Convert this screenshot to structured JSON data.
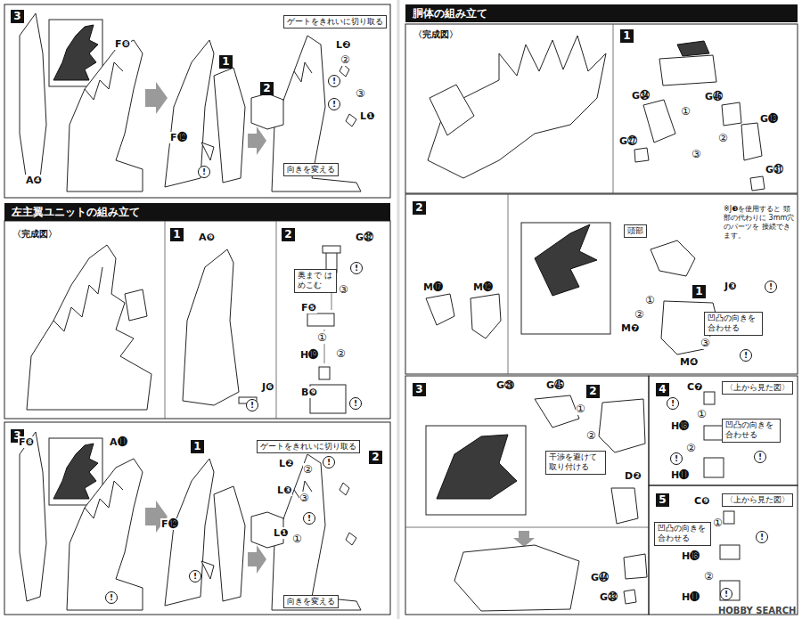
{
  "diagram": {
    "nodes": [
      {
        "text": [
          "3"
        ]
      },
      {
        "text": [
          "1"
        ]
      },
      {
        "text": [
          "2"
        ]
      },
      {
        "text": [
          "ゲートをきれいに切り取る"
        ]
      },
      {
        "text": [
          "向きを変える"
        ]
      },
      {
        "text": [
          "左主翼ユニットの組み立て"
        ]
      },
      {
        "text": [
          "1"
        ]
      },
      {
        "text": [
          "2"
        ]
      },
      {
        "text": [
          "奥まで はめこむ"
        ]
      },
      {
        "text": [
          "3"
        ]
      },
      {
        "text": [
          "1"
        ]
      },
      {
        "text": [
          "ゲートをきれいに切り取る"
        ]
      },
      {
        "text": [
          "2"
        ]
      },
      {
        "text": [
          "向きを変える"
        ]
      },
      {
        "text": [
          "胴体の組み立て"
        ]
      },
      {
        "text": [
          "1"
        ]
      },
      {
        "text": [
          "2"
        ]
      },
      {
        "text": [
          "頭部"
        ]
      },
      {
        "text": [
          "1"
        ]
      },
      {
        "text": [
          "凹凸の向きを 合わせる"
        ]
      },
      {
        "text": [
          "3"
        ]
      },
      {
        "text": [
          "2"
        ]
      },
      {
        "text": [
          "干渉を避けて 取り付ける"
        ]
      },
      {
        "text": [
          "4"
        ]
      },
      {
        "text": [
          "〈上から見た図〉"
        ]
      },
      {
        "text": [
          "凹凸の向きを 合わせる"
        ]
      },
      {
        "text": [
          "5"
        ]
      },
      {
        "text": [
          "〈上から見た図〉"
        ]
      },
      {
        "text": [
          "凹凸の向きを 合わせる"
        ]
      }
    ],
    "labels": [
      "A❹",
      "F❽",
      "F⓬",
      "!",
      "L❷",
      "②",
      "!",
      "③",
      "!",
      "L❶",
      "〈完成図〉",
      "A❾",
      "J❻",
      "!",
      "G㉜",
      "③",
      "F❺",
      "①",
      "H⓳",
      "②",
      "B❾",
      "!",
      "!",
      "F❽",
      "A⓫",
      "F⓬",
      "!",
      "L❷",
      "②",
      "!",
      "L❸",
      "③",
      "L❶",
      "①",
      "!",
      "!",
      "〈完成図〉",
      "G㉞",
      "G㊻",
      "①",
      "G⓭",
      "②",
      "G㉗",
      "③",
      "G㉛",
      "M⓱",
      "M⓬",
      "※J❸を使用すると 頭部の代わりに 3mm穴のパーツを 接続できます。",
      "J❸",
      "!",
      "①",
      "②",
      "M❼",
      "③",
      "M❹",
      "!",
      "G㉙",
      "G㊺",
      "①",
      "②",
      "D❷",
      "G㊹",
      "G㉝",
      "C❼",
      "!",
      "①",
      "H⓲",
      "②",
      "!",
      "H⓫",
      "!",
      "C❾",
      "①",
      "H⓲",
      "②",
      "H⓫",
      "!",
      "!",
      "HOBBY SEARCH"
    ]
  }
}
